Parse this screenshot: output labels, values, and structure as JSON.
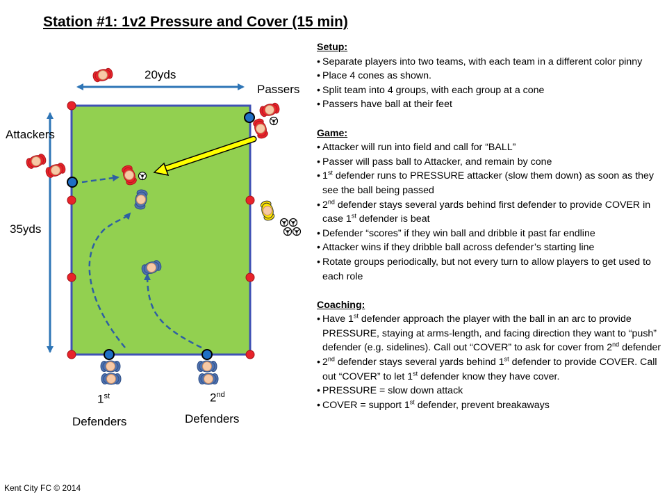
{
  "title": "Station #1: 1v2 Pressure and Cover (15 min)",
  "labels": {
    "width": "20yds",
    "height": "35yds",
    "passers": "Passers",
    "attackers": "Attackers",
    "first_def_num": "1",
    "first_def_sup": "st",
    "second_def_num": "2",
    "second_def_sup": "nd",
    "defenders_1": "Defenders",
    "defenders_2": "Defenders"
  },
  "colors": {
    "field": "#92d050",
    "field_border": "#3f51b5",
    "cone_red": "#e8232a",
    "cone_blue": "#1f6fc5",
    "attacker": "#e8232a",
    "defender": "#4f72b0",
    "passer": "#e8232a",
    "pass_arrow": "#ffff00",
    "dimension_arrow": "#2e75b6",
    "run_path": "#2e5fa3"
  },
  "icons": [
    "ball-icon",
    "cone-icon",
    "player-icon"
  ],
  "setup": {
    "heading": "Setup:",
    "items": [
      "Separate players into two teams, with each team in a different color pinny",
      "Place 4 cones as shown.",
      "Split team into 4 groups, with each group at a cone",
      "Passers have ball at their feet"
    ]
  },
  "game": {
    "heading": "Game:",
    "items": [
      {
        "a": "Attacker will run into field and call for “BALL”"
      },
      {
        "a": "Passer will pass ball to Attacker, and remain by cone"
      },
      {
        "a": "1",
        "s1": "st",
        "b": " defender runs to PRESSURE attacker (slow them down) as soon as they see the ball being passed"
      },
      {
        "a": "2",
        "s1": "nd",
        "b": " defender stays several yards behind first defender to provide COVER in case 1",
        "s2": "st",
        "c": " defender is beat"
      },
      {
        "a": "Defender “scores” if they win ball and dribble it past far endline"
      },
      {
        "a": "Attacker wins if they dribble ball across defender’s starting line"
      },
      {
        "a": "Rotate groups periodically, but not every turn to allow players to get used to each role"
      }
    ]
  },
  "coaching": {
    "heading": "Coaching:",
    "items": [
      {
        "a": "Have 1",
        "s1": "st",
        "b": " defender approach the player with the ball in an arc to provide PRESSURE, staying at arms-length, and facing direction they want to “push” defender (e.g. sidelines).   Call out “COVER” to ask for cover from 2",
        "s2": "nd",
        "c": " defender"
      },
      {
        "a": "2",
        "s1": "nd",
        "b": " defender stays several yards behind 1",
        "s2": "st",
        "c": " defender to provide COVER. Call out “COVER” to let 1",
        "s3": "st",
        "d": " defender know they have cover."
      },
      {
        "a": "PRESSURE = slow down attack"
      },
      {
        "a": "COVER = support 1",
        "s1": "st",
        "b": " defender, prevent breakaways"
      }
    ]
  },
  "footer": "Kent City FC © 2014"
}
